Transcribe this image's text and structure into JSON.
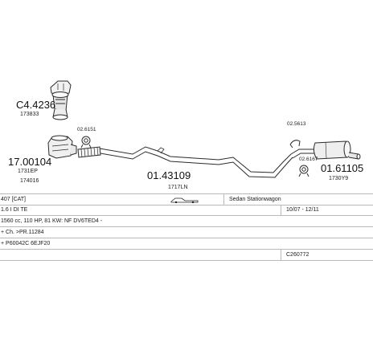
{
  "parts": {
    "catalytic_top": {
      "code": "C4.4236",
      "ref": "173833"
    },
    "catalytic_front": {
      "code": "17.00104",
      "ref1": "1731EP",
      "ref2": "174016"
    },
    "clamp_front": {
      "code": "02.6151"
    },
    "center_pipe": {
      "code": "01.43109",
      "ref": "1717LN"
    },
    "clamp_rear_top": {
      "code": "02.5613"
    },
    "clamp_rear_bottom": {
      "code": "02.6167"
    },
    "rear_silencer": {
      "code": "01.61105",
      "ref": "1730Y9"
    }
  },
  "info": {
    "model": "407 [CAT]",
    "body": "Sedan Stationwagon",
    "engine": "1.6 I DI TE",
    "years": "10/07 - 12/11",
    "spec": "1560 cc, 110 HP, 81 KW: NF DV6TED4 -",
    "note": "+ Ch. >PR.11284",
    "code_line": "+ P60042C  6EJF20",
    "catalog_number": "C260772"
  },
  "colors": {
    "line": "#2b2b2b",
    "rule": "#b9b9b9"
  }
}
